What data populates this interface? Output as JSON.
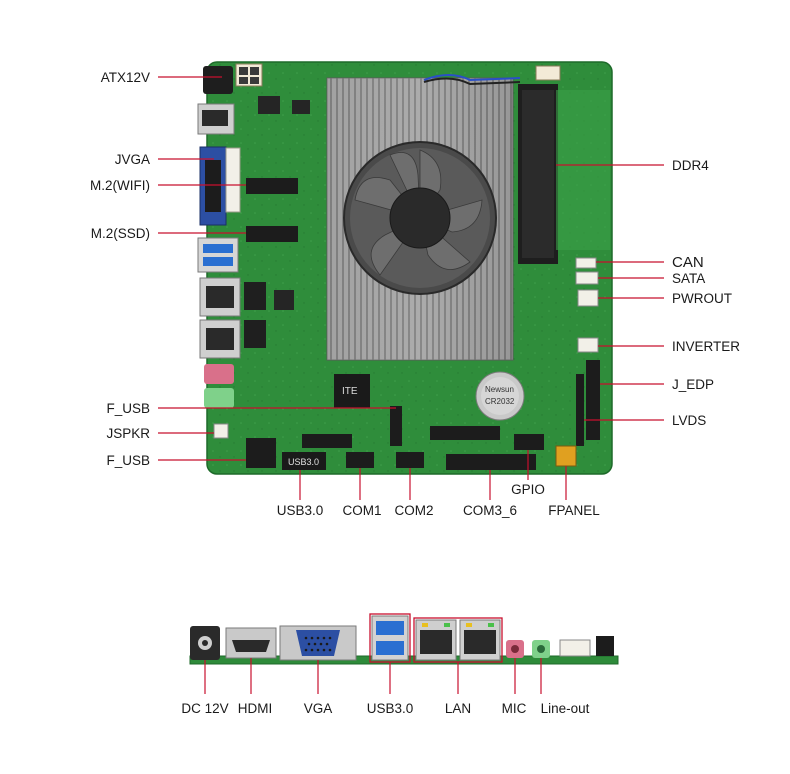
{
  "board": {
    "chip_brand": "ITE",
    "battery_brand": "Newsun",
    "battery_model": "CR2032"
  },
  "labels": {
    "atx12v": "ATX12V",
    "jvga": "JVGA",
    "m2_wifi": "M.2(WIFI)",
    "m2_ssd": "M.2(SSD)",
    "f_usb_1": "F_USB",
    "jspkr": "JSPKR",
    "f_usb_2": "F_USB",
    "ddr4": "DDR4",
    "can": "CAN",
    "sata": "SATA",
    "pwrout": "PWROUT",
    "inverter": "INVERTER",
    "j_edp": "J_EDP",
    "lvds": "LVDS",
    "usb30_top": "USB3.0",
    "usb30_port": "USB3.0",
    "com1": "COM1",
    "com2": "COM2",
    "com3_6": "COM3_6",
    "gpio": "GPIO",
    "fpanel": "FPANEL",
    "dc12v": "DC 12V",
    "hdmi": "HDMI",
    "vga": "VGA",
    "usb30_io": "USB3.0",
    "lan": "LAN",
    "mic": "MIC",
    "line_out": "Line-out"
  },
  "colors": {
    "pcb": "#2e8b3a",
    "pcb_dark": "#1f6e2c",
    "heatsink": "#8a8a8a",
    "fan": "#3a3a3a",
    "leader": "#c8102e",
    "vga_blue": "#2c4fa3",
    "usb_blue": "#2a6fd1",
    "mic_pink": "#d9708a",
    "lineout_green": "#7fd18a"
  }
}
